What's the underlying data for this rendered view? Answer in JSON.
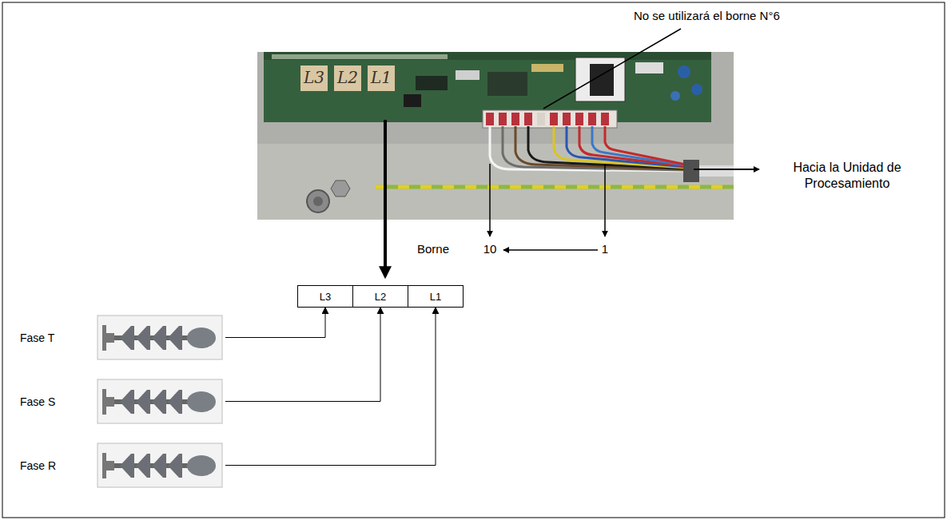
{
  "diagram": {
    "nodes": [
      {
        "text": [
          "L3"
        ]
      },
      {
        "text": [
          "L2"
        ]
      },
      {
        "text": [
          "L1"
        ]
      },
      {
        "text": [
          "Fase T"
        ]
      },
      {
        "text": [
          "Fase S"
        ]
      },
      {
        "text": [
          "Fase R"
        ]
      }
    ],
    "edges": [
      {
        "from": 3,
        "to": 0,
        "arrow": "to"
      },
      {
        "from": 4,
        "to": 1,
        "arrow": "to"
      },
      {
        "from": 5,
        "to": 2,
        "arrow": "to"
      }
    ],
    "labels": [
      "No se utilizará el borne N°6",
      "Hacia la Unidad de Procesamiento",
      "Borne",
      "10",
      "1",
      "L3",
      "L2",
      "L1"
    ]
  }
}
